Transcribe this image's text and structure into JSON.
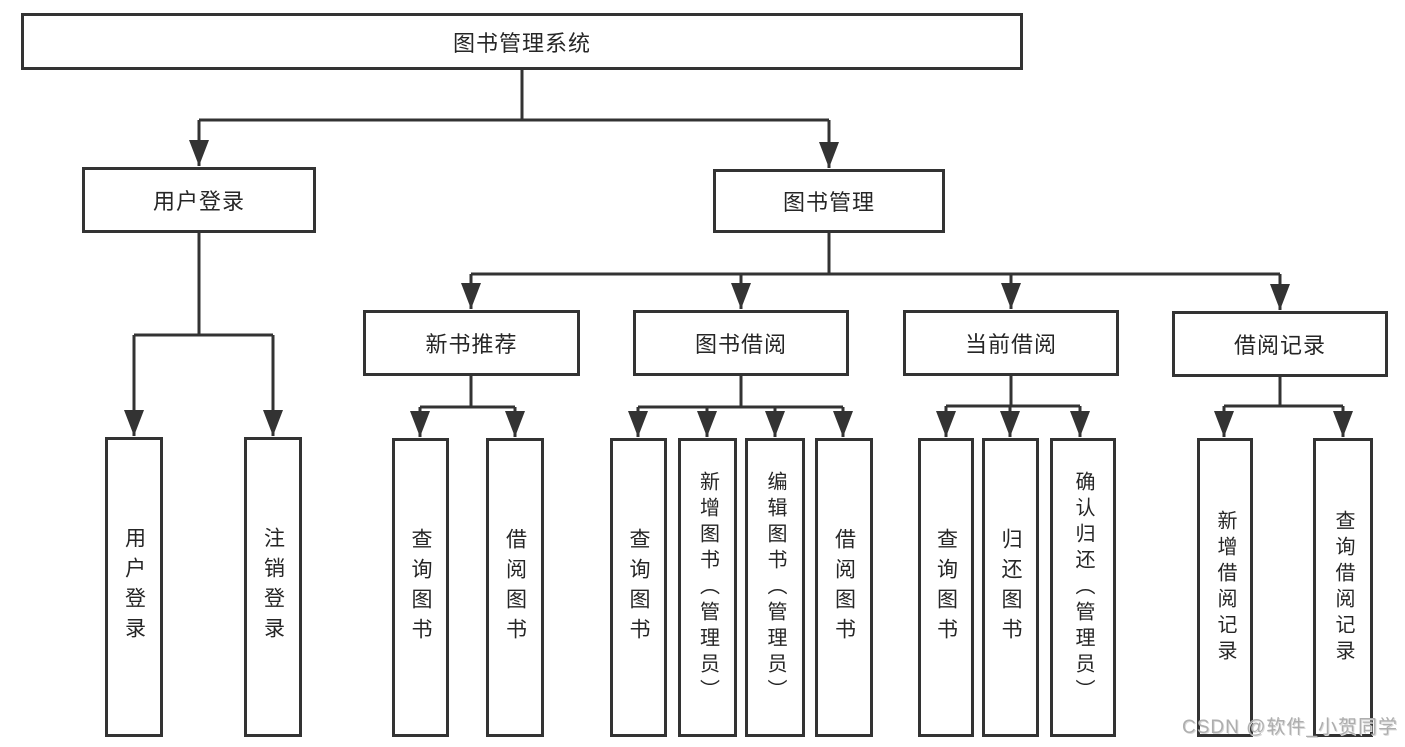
{
  "diagram": {
    "title": "图书管理系统",
    "watermark": "CSDN @软件_小贺同学",
    "colors": {
      "line": "#333333",
      "box_border": "#333333",
      "box_background": "#ffffff",
      "text": "#262626",
      "watermark": "#aeaeae"
    },
    "nodes": {
      "root": {
        "label": "图书管理系统"
      },
      "user_login_branch": {
        "label": "用户登录"
      },
      "book_mgmt_branch": {
        "label": "图书管理"
      },
      "new_book_rec": {
        "label": "新书推荐"
      },
      "book_borrow": {
        "label": "图书借阅"
      },
      "current_borrow": {
        "label": "当前借阅"
      },
      "borrow_records": {
        "label": "借阅记录"
      },
      "leaf_user_login": {
        "label": "用户登录"
      },
      "leaf_logout": {
        "label": "注销登录"
      },
      "leaf_nb_query_book": {
        "label": "查询图书"
      },
      "leaf_nb_borrow_book": {
        "label": "借阅图书"
      },
      "leaf_bb_query_book": {
        "label": "查询图书"
      },
      "leaf_bb_add_book": {
        "label": "新增图书（管理员）"
      },
      "leaf_bb_edit_book": {
        "label": "编辑图书（管理员）"
      },
      "leaf_bb_borrow_book": {
        "label": "借阅图书"
      },
      "leaf_cb_query_book": {
        "label": "查询图书"
      },
      "leaf_cb_return_book": {
        "label": "归还图书"
      },
      "leaf_cb_confirm_return": {
        "label": "确认归还（管理员）"
      },
      "leaf_br_add_record": {
        "label": "新增借阅记录"
      },
      "leaf_br_query_record": {
        "label": "查询借阅记录"
      }
    }
  }
}
